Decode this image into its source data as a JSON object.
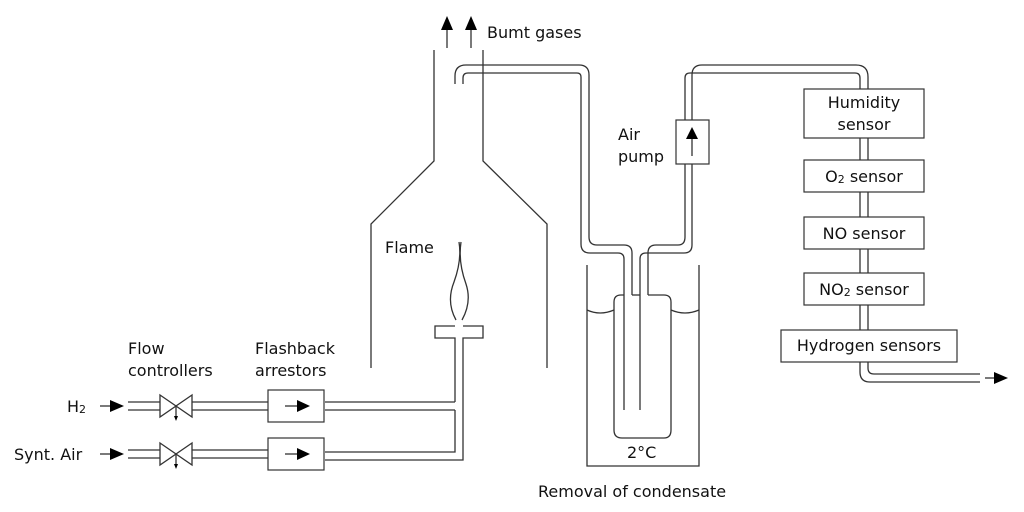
{
  "diagram": {
    "title_labels": {
      "exhaust": "Bumt gases",
      "flame": "Flame",
      "air_pump": [
        "Air",
        "pump"
      ],
      "flow_controllers": [
        "Flow",
        "controllers"
      ],
      "flashback_arrestors": [
        "Flashback",
        "arrestors"
      ],
      "condensate": "Removal of condensate",
      "temperature": "2°C"
    },
    "inputs": [
      {
        "label": "H",
        "sub": "2"
      },
      {
        "label": "Synt. Air",
        "sub": ""
      }
    ],
    "sensors": [
      {
        "lines": [
          "Humidity",
          "sensor"
        ]
      },
      {
        "pre": "O",
        "sub": "2",
        "post": " sensor"
      },
      {
        "pre": "NO sensor",
        "sub": "",
        "post": ""
      },
      {
        "pre": "NO",
        "sub": "2",
        "post": " sensor"
      },
      {
        "pre": "Hydrogen sensors",
        "sub": "",
        "post": ""
      }
    ],
    "colors": {
      "line": "#333333",
      "text": "#111111",
      "background": "#ffffff"
    }
  }
}
